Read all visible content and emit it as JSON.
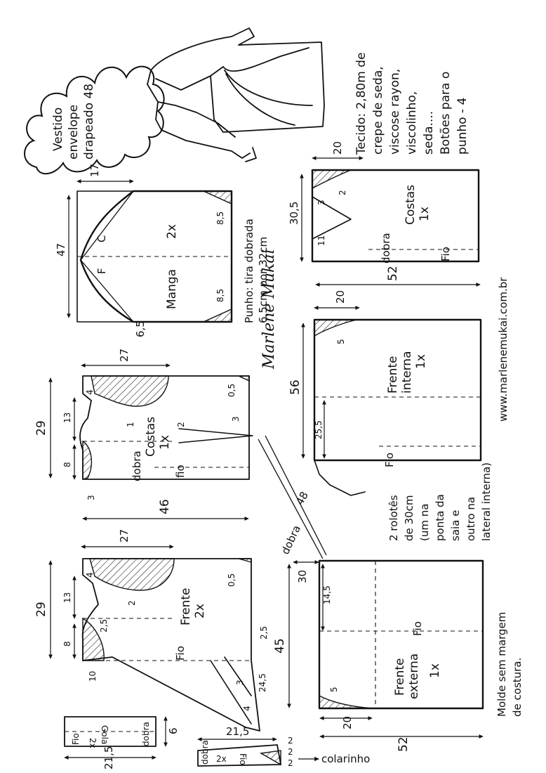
{
  "title": {
    "line1": "Vestido",
    "line2": "envelope",
    "line3": "drapeado 48"
  },
  "fabric_note": {
    "line1": "Tecido: 2,80m de",
    "line2": "crepe de seda,",
    "line3": "viscose rayon,",
    "line4": "viscolinho,",
    "line5": "seda....",
    "line6": "Botões para o",
    "line7": "punho - 4"
  },
  "website": "www.marlenemukai.com.br",
  "seam_note": {
    "line1": "Molde sem margem",
    "line2": "de costura."
  },
  "signature": "Marlene Mukai",
  "sleeve": {
    "label": "Manga",
    "count": "2x",
    "dim_width": "47",
    "dim_top": "17",
    "dim_bottom": "6,5",
    "dim_hem_top": "8,5",
    "dim_hem_bottom": "8,5",
    "mark_f": "F",
    "mark_c": "C"
  },
  "cuff_note": {
    "line1": "Punho: tira dobrada",
    "line2": "6,5cm por 32cm"
  },
  "back_top": {
    "label": "Costas",
    "count": "1x",
    "dim_top": "20",
    "dim_side": "30,5",
    "dim_3": "3",
    "dim_11": "11",
    "dim_2": "2",
    "fold": "dobra",
    "grain": "Fio"
  },
  "front_inner": {
    "label1": "Frente",
    "label2": "interna",
    "count": "1x",
    "dim_width": "52",
    "dim_top": "20",
    "dim_5": "5",
    "dim_height": "56",
    "dim_255": "25,5",
    "grain": "Fio"
  },
  "back_bodice": {
    "label": "Costas",
    "count": "1x",
    "dim_27": "27",
    "dim_29": "29",
    "dim_4": "4",
    "dim_13": "13",
    "dim_8": "8",
    "dim_3": "3",
    "dim_2": "2",
    "dim_05": "0,5",
    "dim_1": "1",
    "dim_3b": "3",
    "dim_46": "46",
    "fold": "dobra",
    "grain": "fio"
  },
  "rouleau_note": {
    "line1": "2 rolotês",
    "line2": "de 30cm",
    "line3": "(um na",
    "line4": "ponta da",
    "line5": "saia e",
    "line6": "outro na",
    "line7": "lateral interna)"
  },
  "front_bodice": {
    "label": "Frente",
    "count": "2x",
    "dim_27": "27",
    "dim_29": "29",
    "dim_4": "4",
    "dim_13": "13",
    "dim_8": "8",
    "dim_25": "2,5",
    "dim_2": "2",
    "dim_05": "0,5",
    "dim_10": "10",
    "dim_25b": "2,5",
    "dim_245": "24,5",
    "dim_3": "3",
    "dim_4b": "4",
    "dim_48": "48",
    "fold_label": "dobra",
    "grain": "Fio"
  },
  "front_outer": {
    "label1": "Frente",
    "label2": "externa",
    "count": "1x",
    "dim_30": "30",
    "dim_145": "14,5",
    "dim_45": "45",
    "dim_5": "5",
    "dim_20": "20",
    "dim_52": "52",
    "grain": "Fio"
  },
  "collar_band": {
    "label": "Gola",
    "count": "2x",
    "grain": "Fio",
    "fold": "dobra",
    "dim_len": "21,5",
    "dim_w": "6"
  },
  "collar_small": {
    "count": "2x",
    "grain": "Fio",
    "fold": "dobra",
    "dim_len": "21,5",
    "dim_2a": "2",
    "dim_2b": "2",
    "dim_2c": "2",
    "label": "colarinho"
  }
}
